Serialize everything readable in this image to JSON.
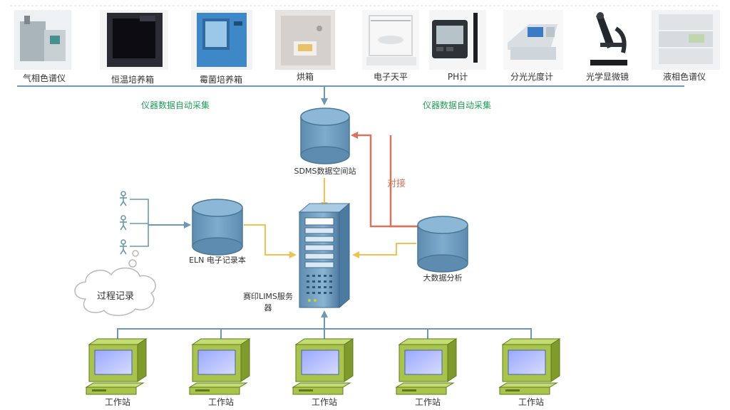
{
  "instruments": [
    {
      "label": "气相色谱仪",
      "icon": "gas-chromatograph-icon"
    },
    {
      "label": "恒温培养箱",
      "icon": "constant-temperature-incubator-icon"
    },
    {
      "label": "霉菌培养箱",
      "icon": "mold-incubator-icon"
    },
    {
      "label": "烘箱",
      "icon": "oven-icon"
    },
    {
      "label": "电子天平",
      "icon": "electronic-balance-icon"
    },
    {
      "label": "PH计",
      "icon": "ph-meter-icon"
    },
    {
      "label": "分光光度计",
      "icon": "spectrophotometer-icon"
    },
    {
      "label": "光学显微镜",
      "icon": "microscope-icon"
    },
    {
      "label": "液相色谱仪",
      "icon": "liquid-chromatograph-icon"
    }
  ],
  "collect_label_left": "仪器数据自动采集",
  "collect_label_right": "仪器数据自动采集",
  "sdms_label": "SDMS数据空间站",
  "compare_label": "对接",
  "eln_label": "ELN 电子记录本",
  "lims_label_line1": "赛印LIMS服务",
  "lims_label_line2": "器",
  "bigdata_label": "大数据分析",
  "process_label": "过程记录",
  "workstations": [
    "工作站",
    "工作站",
    "工作站",
    "工作站",
    "工作站"
  ],
  "colors": {
    "connector": "#6a98b6",
    "data_flow": "#f2c14e",
    "compare_flow": "#d9735c",
    "label_green": "#1f9e55",
    "compare_text": "#d9735c",
    "cylinder": "#6d9bbd",
    "server": "#7ca7c8",
    "workstation": "#a8c44a"
  }
}
